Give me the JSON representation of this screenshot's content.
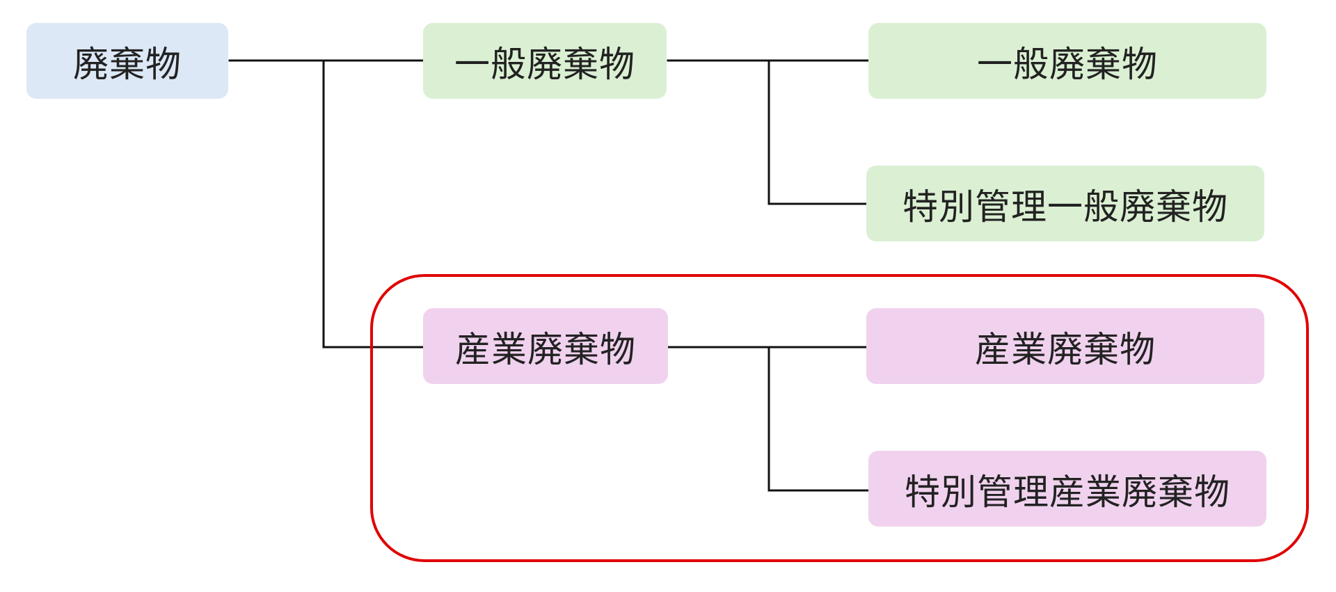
{
  "diagram": {
    "root": {
      "label": "廃棄物"
    },
    "general": {
      "label": "一般廃棄物",
      "children": [
        {
          "label": "一般廃棄物"
        },
        {
          "label": "特別管理一般廃棄物"
        }
      ]
    },
    "industrial": {
      "label": "産業廃棄物",
      "children": [
        {
          "label": "産業廃棄物"
        },
        {
          "label": "特別管理産業廃棄物"
        }
      ]
    }
  },
  "colors": {
    "root_fill": "#dde8f6",
    "general_fill": "#dbf0d3",
    "industrial_fill": "#f0d2ee",
    "highlight_stroke": "#e00000",
    "connector": "#111111"
  }
}
